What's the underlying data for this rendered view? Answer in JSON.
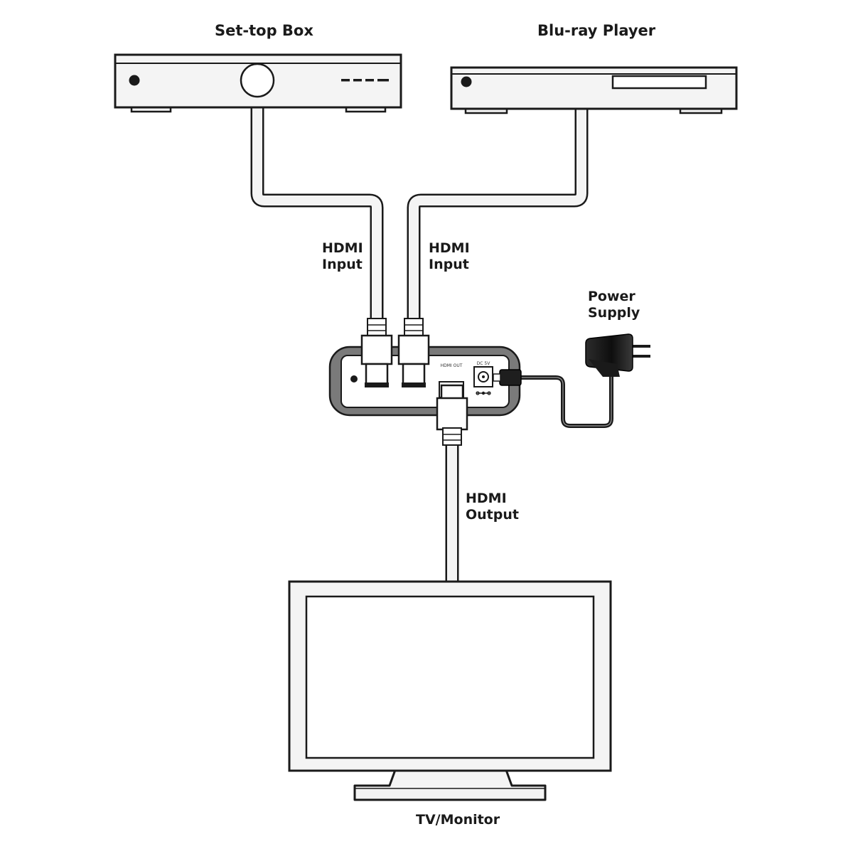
{
  "devices": {
    "set_top_box": {
      "label": "Set-top Box"
    },
    "bluray_player": {
      "label": "Blu-ray Player"
    },
    "tv_monitor": {
      "label": "TV/Monitor"
    },
    "power_supply": {
      "label_line1": "Power",
      "label_line2": "Supply"
    }
  },
  "cables": {
    "input_left": {
      "line1": "HDMI",
      "line2": "Input"
    },
    "input_right": {
      "line1": "HDMI",
      "line2": "Input"
    },
    "output": {
      "line1": "HDMI",
      "line2": "Output"
    }
  },
  "switcher": {
    "out_port_label": "HDMI OUT",
    "dc_port_label": "DC 5V"
  },
  "colors": {
    "line": "#1a1a1a",
    "device_fill": "#f4f4f4",
    "switcher_frame": "#7a7a7a",
    "adapter": "#1e1e1e"
  }
}
